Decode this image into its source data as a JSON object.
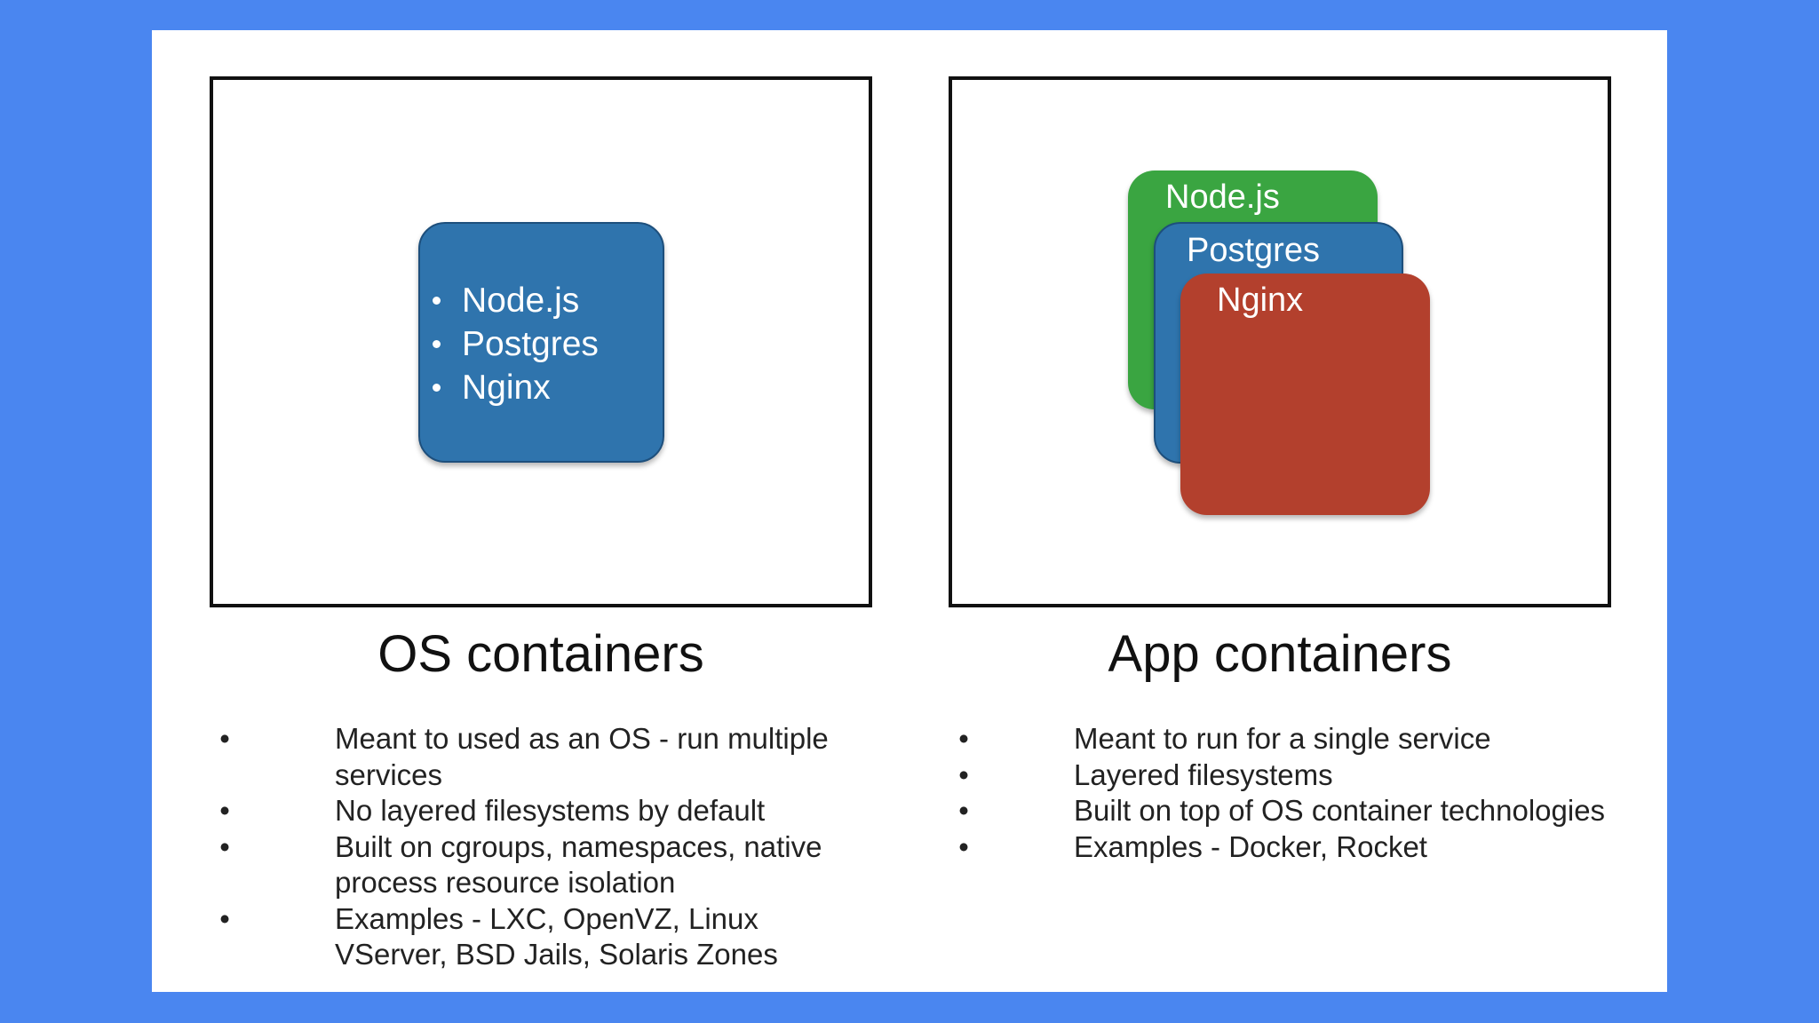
{
  "colors": {
    "page_background": "#4a86f0",
    "slide_background": "#ffffff",
    "nodejs_green": "#3aa541",
    "postgres_blue": "#2f74ad",
    "nginx_red": "#b3402d"
  },
  "os_panel": {
    "services": [
      "Node.js",
      "Postgres",
      "Nginx"
    ],
    "heading": "OS containers",
    "bullets": [
      "Meant to used as an OS - run multiple services",
      "No layered filesystems by default",
      "Built on cgroups, namespaces, native process resource isolation",
      "Examples - LXC, OpenVZ, Linux VServer, BSD Jails, Solaris Zones"
    ]
  },
  "app_panel": {
    "layers": [
      "Node.js",
      "Postgres",
      "Nginx"
    ],
    "heading": "App containers",
    "bullets": [
      "Meant to run for a single service",
      "Layered filesystems",
      "Built on top of OS container technologies",
      "Examples - Docker, Rocket"
    ]
  }
}
